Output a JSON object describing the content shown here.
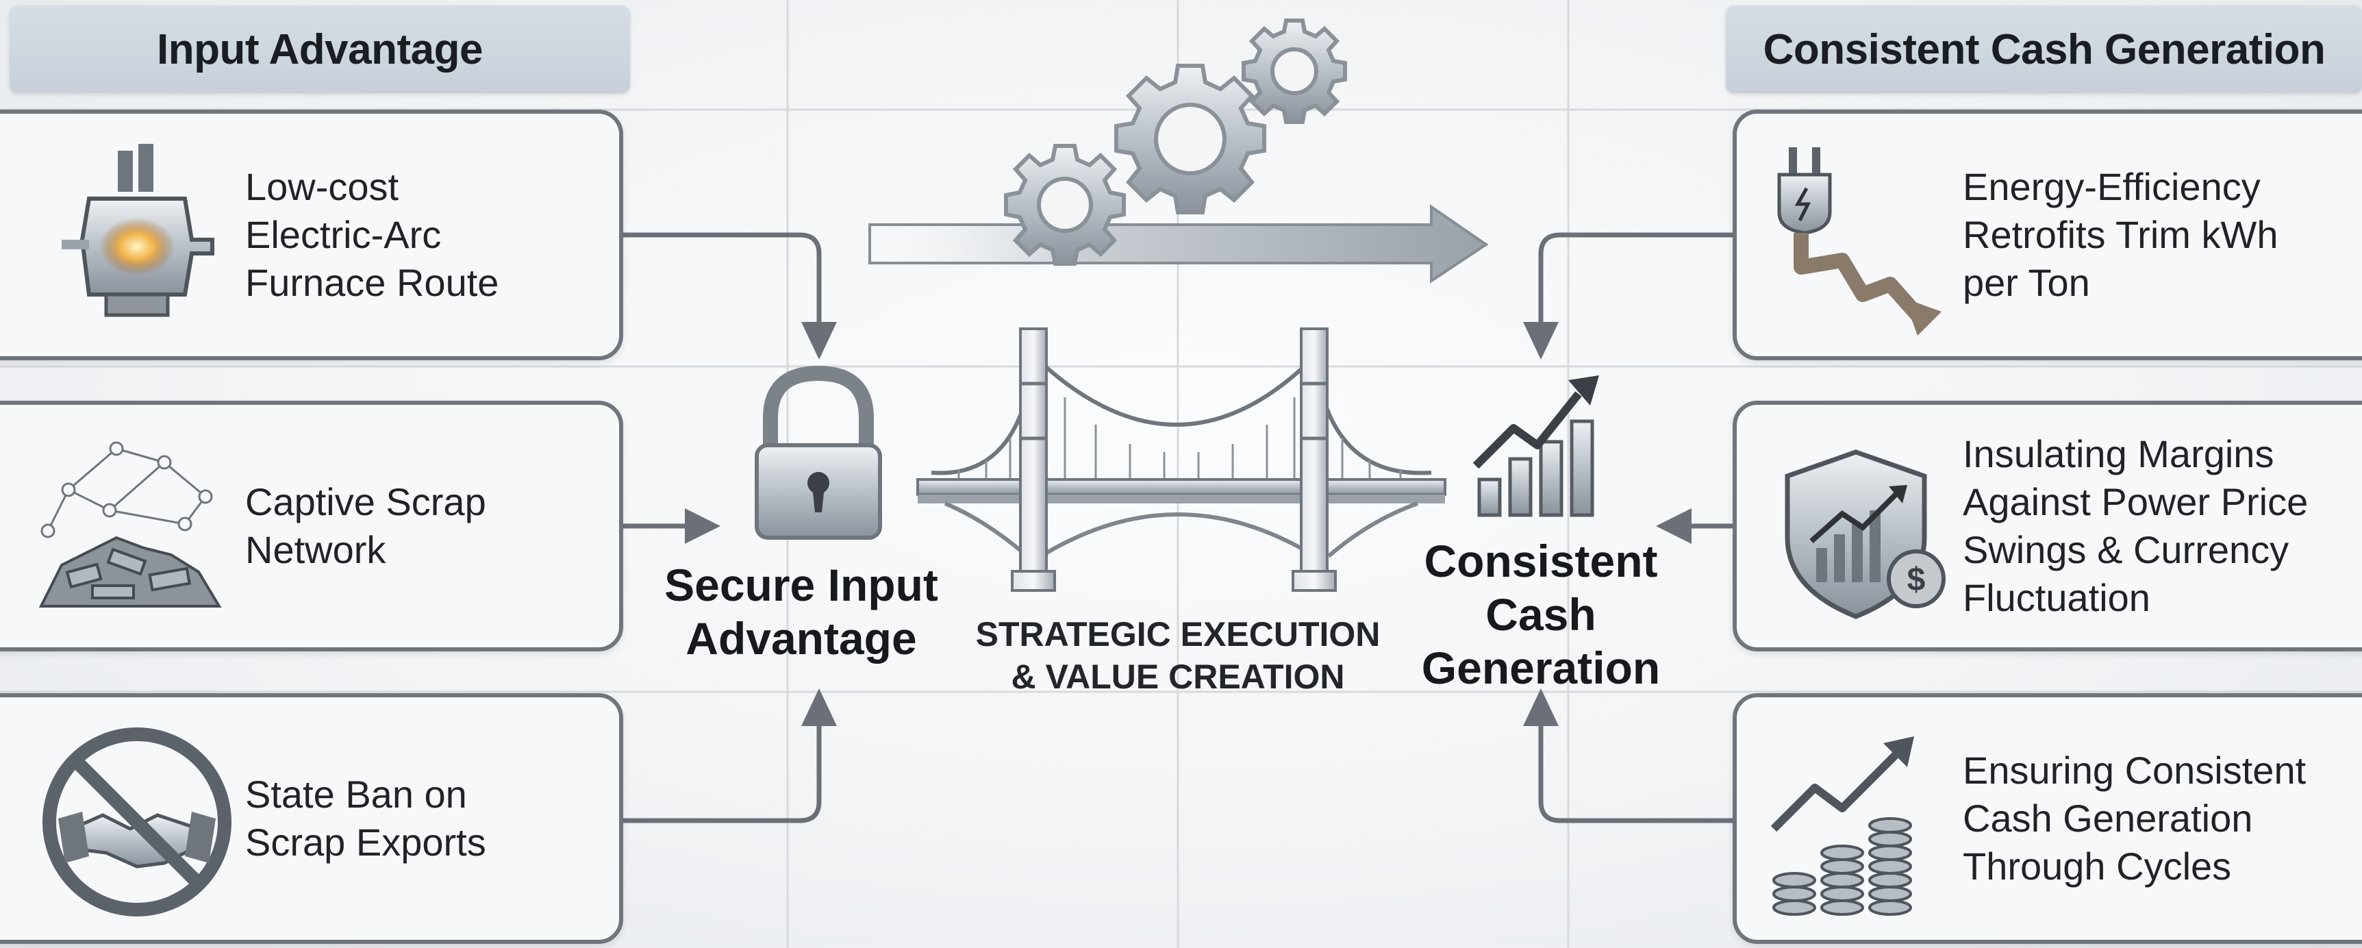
{
  "headers": {
    "left": "Input Advantage",
    "right": "Consistent Cash Generation"
  },
  "left_cards": [
    {
      "label": "Low-cost\nElectric-Arc\nFurnace Route",
      "icon": "electric-arc-furnace-icon"
    },
    {
      "label": "Captive Scrap\nNetwork",
      "icon": "scrap-network-icon"
    },
    {
      "label": "State Ban on\nScrap Exports",
      "icon": "no-export-handshake-icon"
    }
  ],
  "right_cards": [
    {
      "label": "Energy-Efficiency\nRetrofits Trim kWh\nper Ton",
      "icon": "power-plug-down-arrow-icon"
    },
    {
      "label": "Insulating Margins\nAgainst Power Price\nSwings & Currency\nFluctuation",
      "icon": "shield-chart-coin-icon"
    },
    {
      "label": "Ensuring Consistent\nCash Generation\nThrough Cycles",
      "icon": "coins-growth-arrow-icon"
    }
  ],
  "hubs": {
    "left": {
      "title": "Secure Input\nAdvantage",
      "icon": "padlock-icon"
    },
    "right": {
      "title": "Consistent\nCash\nGeneration",
      "icon": "growth-bar-chart-icon"
    }
  },
  "center": {
    "caption": "STRATEGIC EXECUTION\n& VALUE CREATION",
    "icons": [
      "gears-icon",
      "bridge-icon",
      "right-arrow-icon"
    ]
  },
  "colors": {
    "card_border": "#6f757d",
    "card_fill": "#f7f8fa",
    "header_fill": "#ccd4dc",
    "connector": "#6b7078",
    "text": "#1c1f24"
  }
}
